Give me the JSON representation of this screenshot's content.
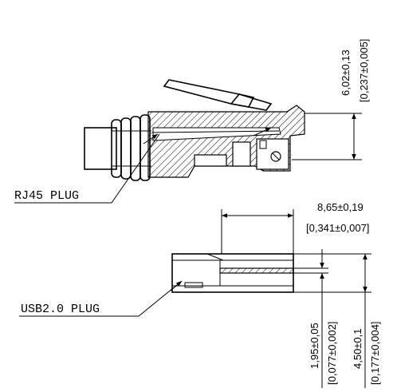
{
  "labels": {
    "rj45": "RJ45 PLUG",
    "usb": "USB2.0 PLUG"
  },
  "dimensions": {
    "rj45_height": {
      "metric": "6,02±0,13",
      "imperial": "[0,237±0,005]"
    },
    "usb_length": {
      "metric": "8,65±0,19",
      "imperial": "[0,341±0,007]"
    },
    "usb_inner": {
      "metric": "1,95±0,05",
      "imperial": "[0,077±0,002]"
    },
    "usb_outer": {
      "metric": "4,50±0,1",
      "imperial": "[0,177±0,004]"
    }
  },
  "colors": {
    "line": "#000000",
    "background": "#ffffff"
  }
}
